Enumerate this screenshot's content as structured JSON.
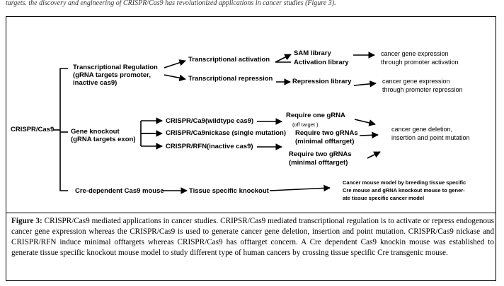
{
  "page_top_text": "targets. the discovery and engineering of CRISPR/Cas9 has revolutionized applications in cancer studies (Figure 3).",
  "diagram": {
    "root": "CRISPR/Cas9",
    "transcriptional": {
      "label_line1": "Transcriptional Regulation",
      "label_line2": "(gRNA targets promoter,",
      "label_line3": "inactive cas9)",
      "activation": "Transcriptional activation",
      "sam_library": "SAM library",
      "activation_library": "Activation library",
      "activation_result_line1": "cancer gene expression",
      "activation_result_line2": "through promoter activation",
      "repression": "Transcriptional repression",
      "repression_library": "Repression  library",
      "repression_result_line1": "cancer gene expression",
      "repression_result_line2": "through promoter repression"
    },
    "knockout": {
      "label_line1": "Gene knockout",
      "label_line2": "(gRNA targets exon)",
      "wildtype": "CRISPR/Ca9(wildtype cas9)",
      "nickase": "CRISPR/Ca9nickase (single mutation)",
      "rfn": "CRISPR/RFN(inactive cas9)",
      "req_one": "Require one gRNA",
      "off_target": "(off target )",
      "req_two_a": "Require two gRNAs",
      "minimal_a": "(minimal offtarget)",
      "req_two_b": "Require two gRNAs",
      "minimal_b": "(minimal offtarget)",
      "result_line1": "cancer gene deletion,",
      "result_line2": "insertion and point mutation"
    },
    "cre": {
      "label": "Cre-dependent Cas9 mouse",
      "tissue": "Tissue specific knockout",
      "result_line1": "Cancer mouse model by breeding tissue specific",
      "result_line2": "Cre mouse and gRNA knockout mouse to gener-",
      "result_line3": "ate tissue specific cancer model"
    }
  },
  "caption": {
    "label": "Figure 3:",
    "text": " CRISPR/Cas9 mediated applications in cancer studies. CRIPSR/Cas9 mediated transcriptional regulation is to activate or repress endogenous cancer gene expression whereas the CRISPR/Cas9 is used to generate cancer gene deletion, insertion and point mutation. CRISPR/Cas9 nickase and CRISPR/RFN induce minimal offtargets whereas CRISPR/Cas9 has offtarget concern. A Cre dependent Cas9 knockin mouse was established to generate tissue specific knockout mouse model to study different type of human cancers by crossing tissue specific Cre transgenic mouse."
  }
}
